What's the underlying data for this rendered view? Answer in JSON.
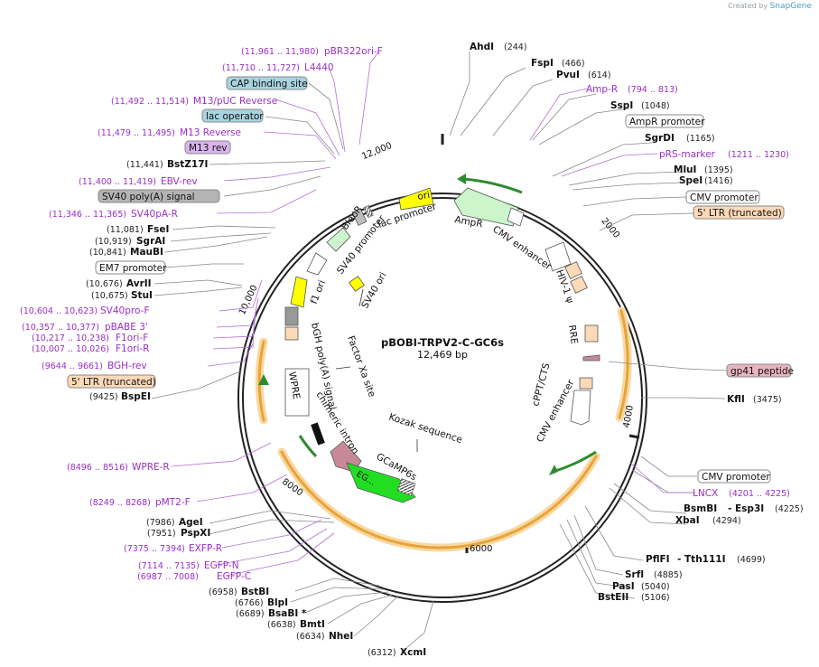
{
  "credit": {
    "prefix": "Created by",
    "brand": "SnapGene"
  },
  "plasmid": {
    "name": "pBOBI-TRPV2-C-GC6s",
    "length": "12,469 bp"
  },
  "ticks": [
    "2000",
    "4000",
    "6000",
    "8000",
    "10,000",
    "12,000"
  ],
  "enzymes": [
    {
      "name": "AhdI",
      "pos": "(244)"
    },
    {
      "name": "FspI",
      "pos": "(466)"
    },
    {
      "name": "PvuI",
      "pos": "(614)"
    },
    {
      "name": "SspI",
      "pos": "(1048)"
    },
    {
      "name": "SgrDI",
      "pos": "(1165)"
    },
    {
      "name": "MluI",
      "pos": "(1395)"
    },
    {
      "name": "SpeI",
      "pos": "(1416)"
    },
    {
      "name": "KflI",
      "pos": "(3475)"
    },
    {
      "name": "BsmBI",
      "pos": "(4225)",
      "extra": "- Esp3I"
    },
    {
      "name": "XbaI",
      "pos": "(4294)"
    },
    {
      "name": "PflFI",
      "pos": "(4699)",
      "extra": "- Tth111I"
    },
    {
      "name": "SrfI",
      "pos": "(4885)"
    },
    {
      "name": "PasI",
      "pos": "(5040)"
    },
    {
      "name": "BstEII",
      "pos": "(5106)"
    },
    {
      "name": "XcmI",
      "pos": "(6312)"
    },
    {
      "name": "NheI",
      "pos": "(6634)"
    },
    {
      "name": "BmtI",
      "pos": "(6638)"
    },
    {
      "name": "BsaBI *",
      "pos": "(6689)"
    },
    {
      "name": "BlpI",
      "pos": "(6766)"
    },
    {
      "name": "BstBI",
      "pos": "(6958)"
    },
    {
      "name": "PspXI",
      "pos": "(7951)"
    },
    {
      "name": "AgeI",
      "pos": "(7986)"
    },
    {
      "name": "BspEI",
      "pos": "(9425)"
    },
    {
      "name": "StuI",
      "pos": "(10,675)"
    },
    {
      "name": "AvrII",
      "pos": "(10,676)"
    },
    {
      "name": "MauBI",
      "pos": "(10,841)"
    },
    {
      "name": "SgrAI",
      "pos": "(10,919)"
    },
    {
      "name": "FseI",
      "pos": "(11,081)"
    },
    {
      "name": "BstZ17I",
      "pos": "(11,441)"
    }
  ],
  "primers": [
    {
      "name": "pBR322ori-F",
      "pos": "(11,961 .. 11,980)"
    },
    {
      "name": "L4440",
      "pos": "(11,710 .. 11,727)"
    },
    {
      "name": "M13/pUC Reverse",
      "pos": "(11,492 .. 11,514)"
    },
    {
      "name": "M13 Reverse",
      "pos": "(11,479 .. 11,495)"
    },
    {
      "name": "EBV-rev",
      "pos": "(11,400 .. 11,419)"
    },
    {
      "name": "SV40pA-R",
      "pos": "(11,346 .. 11,365)"
    },
    {
      "name": "SV40pro-F",
      "pos": "(10,604 .. 10,623)"
    },
    {
      "name": "pBABE 3'",
      "pos": "(10,357 .. 10,377)"
    },
    {
      "name": "F1ori-F",
      "pos": "(10,217 .. 10,238)"
    },
    {
      "name": "F1ori-R",
      "pos": "(10,007 .. 10,026)"
    },
    {
      "name": "BGH-rev",
      "pos": "(9644 .. 9661)"
    },
    {
      "name": "WPRE-R",
      "pos": "(8496 .. 8516)"
    },
    {
      "name": "pMT2-F",
      "pos": "(8249 .. 8268)"
    },
    {
      "name": "EXFP-R",
      "pos": "(7375 .. 7394)"
    },
    {
      "name": "EGFP-N",
      "pos": "(7114 .. 7135)"
    },
    {
      "name": "EGFP-C",
      "pos": "(6987 .. 7008)"
    },
    {
      "name": "Amp-R",
      "pos": "(794 .. 813)"
    },
    {
      "name": "pRS-marker",
      "pos": "(1211 .. 1230)"
    },
    {
      "name": "LNCX",
      "pos": "(4201 .. 4225)"
    }
  ],
  "boxed_labels": [
    {
      "text": "CAP binding site",
      "color": "#a8d4e0"
    },
    {
      "text": "lac operator",
      "color": "#a8d4e0"
    },
    {
      "text": "M13 rev",
      "color": "#dcb4ec"
    },
    {
      "text": "SV40 poly(A) signal",
      "color": "#b4b4b4"
    },
    {
      "text": "EM7 promoter",
      "color": "#ffffff"
    },
    {
      "text": "5' LTR (truncated)",
      "color": "#fcd9b8"
    },
    {
      "text": "AmpR promoter",
      "color": "#ffffff"
    },
    {
      "text": "CMV promoter",
      "color": "#ffffff"
    },
    {
      "text": "5' LTR (truncated)",
      "color": "#fcd9b8"
    },
    {
      "text": "gp41 peptide",
      "color": "#e8b4c0"
    },
    {
      "text": "CMV promoter",
      "color": "#ffffff"
    }
  ],
  "inner_features": [
    "ori",
    "lac promoter",
    "AmpR",
    "CMV enhancer",
    "BleoR",
    "SV40 promoter",
    "f1 ori",
    "SV40 ori",
    "HIV-1 ψ",
    "RRE",
    "cPPT/CTS",
    "CMV enhancer",
    "bGH poly(A) signal",
    "Factor Xa site",
    "WPRE",
    "chimeric intron",
    "Kozak sequence",
    "GCaMP6s",
    "EG..."
  ],
  "colors": {
    "ori": "#ffff00",
    "ampr": "#ccf5cc",
    "orange_arc": "#e8a33c",
    "gfp": "#22dd22",
    "primer": "#9a2ec8",
    "gp41": "#c88898",
    "ltr": "#fcd9b8",
    "bleo": "#ccf5cc"
  }
}
